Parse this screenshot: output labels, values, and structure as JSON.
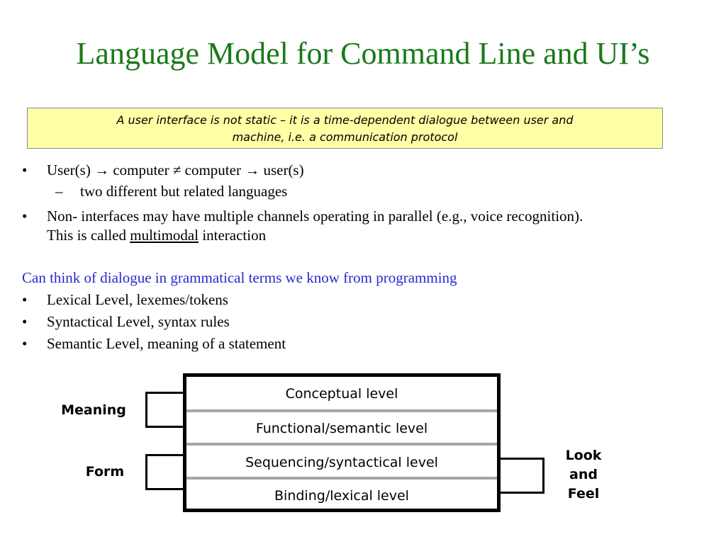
{
  "title": "Language Model for Command Line and UI’s",
  "callout": {
    "line1": "A user interface is not static – it is a time-dependent dialogue between user and",
    "line2": "machine, i.e. a communication protocol"
  },
  "bullets": {
    "marker": "•",
    "dash": "–",
    "b1": {
      "pre": "User(s) ",
      "arrow1": "→",
      "mid": " computer ≠ computer ",
      "arrow2": "→",
      "post": " user(s)"
    },
    "b1_sub": "two different but related languages",
    "b2_line1": "Non- interfaces may have multiple channels operating in parallel (e.g., voice recognition).",
    "b2_line2_pre": "This is called ",
    "b2_line2_underlined": "multimodal",
    "b2_line2_post": " interaction"
  },
  "grammar": {
    "intro": "Can think of dialogue in grammatical terms we know from programming",
    "items": [
      "Lexical Level, lexemes/tokens",
      "Syntactical Level, syntax rules",
      "Semantic Level, meaning of a statement"
    ]
  },
  "diagram": {
    "levels": [
      "Conceptual level",
      "Functional/semantic level",
      "Sequencing/syntactical level",
      "Binding/lexical level"
    ],
    "left_labels": {
      "meaning": "Meaning",
      "form": "Form"
    },
    "right_label": {
      "line1": "Look",
      "line2": "and",
      "line3": "Feel"
    }
  },
  "colors": {
    "title": "#1a7a1a",
    "callout_bg": "#ffffa6",
    "intro_text": "#2929cc",
    "separator": "#a6a6a6"
  }
}
